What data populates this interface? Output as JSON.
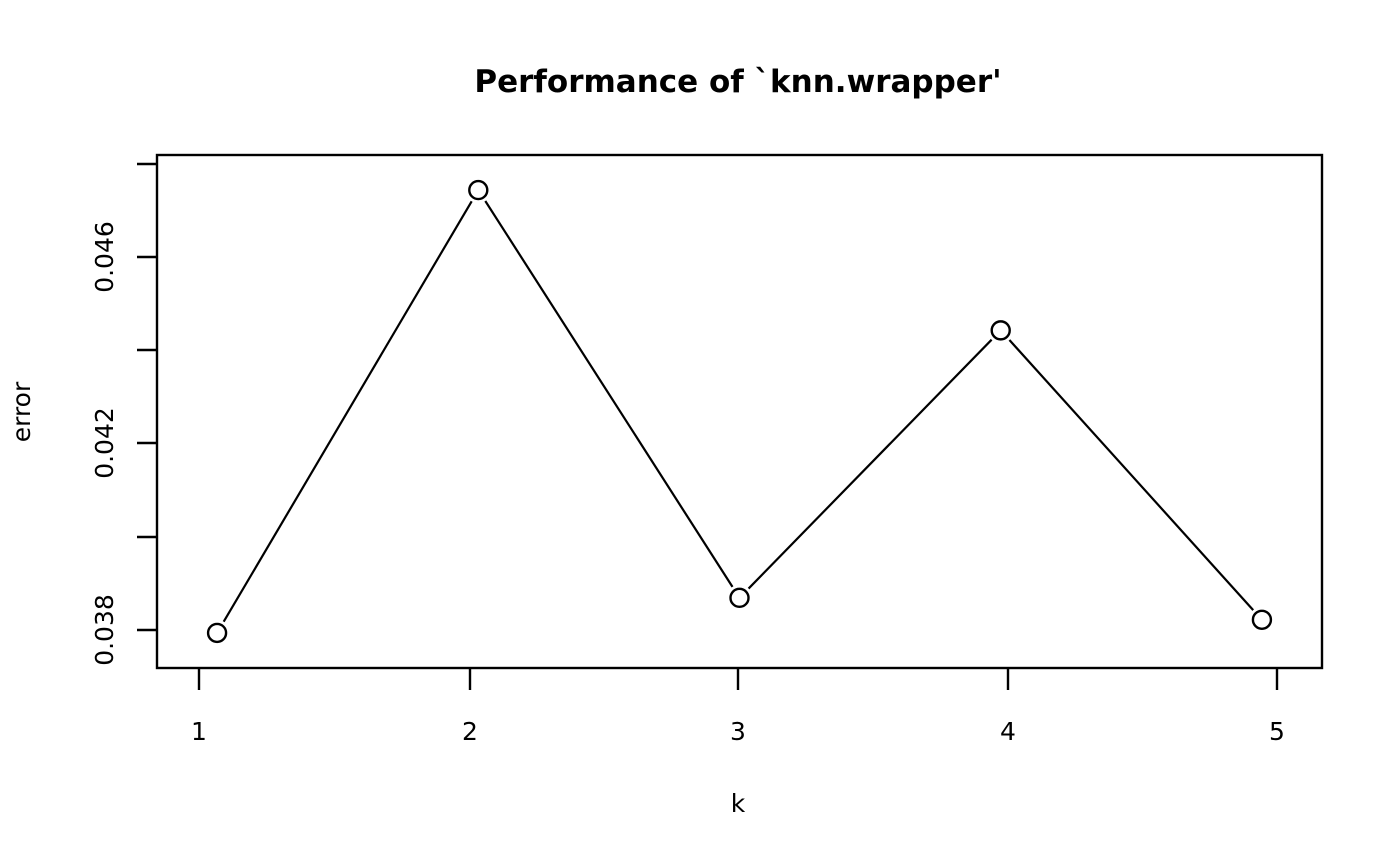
{
  "chart_data": {
    "type": "line",
    "title": "Performance of `knn.wrapper'",
    "xlabel": "k",
    "ylabel": "error",
    "x": [
      1,
      2,
      3,
      4,
      5
    ],
    "values": [
      0.0376,
      0.0477,
      0.0384,
      0.0445,
      0.0379
    ],
    "categories": [
      "1",
      "2",
      "3",
      "4",
      "5"
    ],
    "xtick_labels": [
      "1",
      "2",
      "3",
      "4",
      "5"
    ],
    "ytick_values": [
      0.048,
      0.046,
      0.044,
      0.042,
      0.04,
      0.038
    ],
    "ytick_labels": [
      "",
      "0.046",
      "",
      "0.042",
      "",
      "0.038"
    ],
    "ylim": [
      0.0368,
      0.0485
    ],
    "xlim": [
      0.77,
      5.23
    ],
    "grid": false,
    "legend": "none",
    "marker": "open-circle",
    "line_color": "#000000",
    "background_color": "#ffffff",
    "series": [
      {
        "name": "error",
        "values": [
          0.0376,
          0.0477,
          0.0384,
          0.0445,
          0.0379
        ]
      }
    ],
    "points": [
      {
        "k": "1",
        "error": "0.0376"
      },
      {
        "k": "2",
        "error": "0.0477"
      },
      {
        "k": "3",
        "error": "0.0384"
      },
      {
        "k": "4",
        "error": "0.0445"
      },
      {
        "k": "5",
        "error": "0.0379"
      }
    ]
  },
  "labels": {
    "title": "Performance of `knn.wrapper'",
    "y_axis_title": "error",
    "x_axis_title": "k",
    "ytick_0": "0.046",
    "ytick_1": "0.042",
    "ytick_2": "0.038",
    "xtick_0": "1",
    "xtick_1": "2",
    "xtick_2": "3",
    "xtick_3": "4",
    "xtick_4": "5"
  }
}
